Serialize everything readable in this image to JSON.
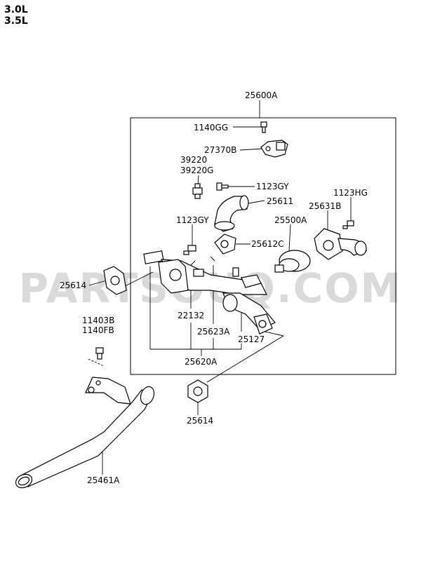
{
  "engine_labels": [
    "3.0L",
    "3.5L"
  ],
  "watermark": "PARTSOUQ.COM",
  "parts": {
    "p25600A": "25600A",
    "p1140GG": "1140GG",
    "p27370B": "27370B",
    "p39220": "39220",
    "p39220G": "39220G",
    "p1123GY_a": "1123GY",
    "p25611": "25611",
    "p1123HG": "1123HG",
    "p25631B": "25631B",
    "p1123GY_b": "1123GY",
    "p25500A": "25500A",
    "p25612C": "25612C",
    "p25614_a": "25614",
    "p22132": "22132",
    "p25623A": "25623A",
    "p25127": "25127",
    "p11403B": "11403B",
    "p1140FB": "1140FB",
    "p25620A": "25620A",
    "p25614_b": "25614",
    "p25461A": "25461A"
  }
}
